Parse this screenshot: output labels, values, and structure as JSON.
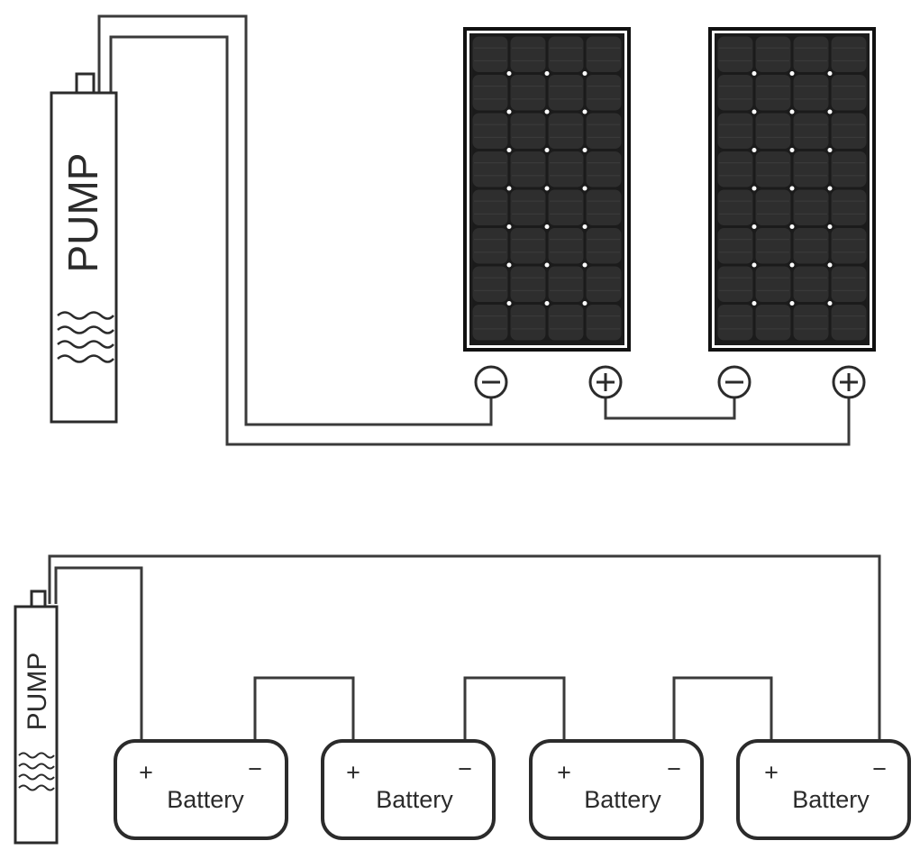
{
  "top_system": {
    "pump_label": "PUMP",
    "panels": [
      {
        "negative": "−",
        "positive": "+"
      },
      {
        "negative": "−",
        "positive": "+"
      }
    ]
  },
  "bottom_system": {
    "pump_label": "PUMP",
    "batteries": [
      {
        "label": "Battery",
        "positive": "+",
        "negative": "−"
      },
      {
        "label": "Battery",
        "positive": "+",
        "negative": "−"
      },
      {
        "label": "Battery",
        "positive": "+",
        "negative": "−"
      },
      {
        "label": "Battery",
        "positive": "+",
        "negative": "−"
      }
    ]
  }
}
